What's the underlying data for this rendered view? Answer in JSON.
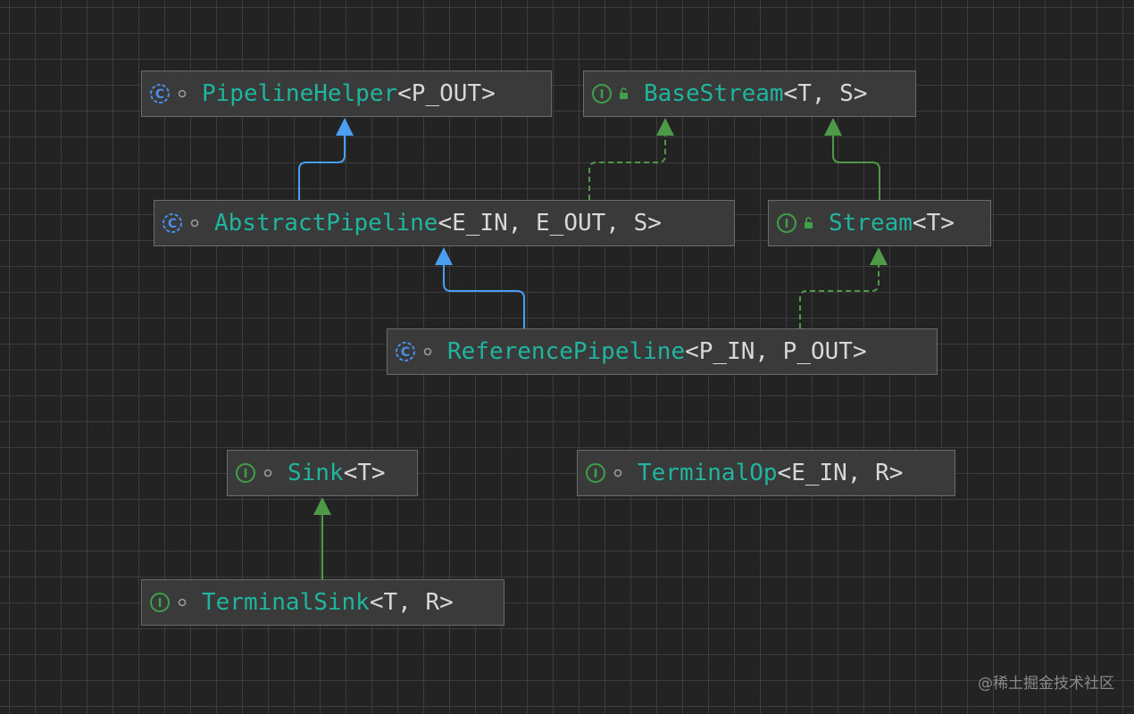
{
  "diagram": {
    "nodes": [
      {
        "id": "PipelineHelper",
        "kind": "class",
        "visibility": "package",
        "name": "PipelineHelper",
        "generics": "<P_OUT>"
      },
      {
        "id": "BaseStream",
        "kind": "interface",
        "visibility": "public",
        "name": "BaseStream",
        "generics": "<T, S>"
      },
      {
        "id": "AbstractPipeline",
        "kind": "class",
        "visibility": "package",
        "name": "AbstractPipeline",
        "generics": "<E_IN, E_OUT, S>"
      },
      {
        "id": "Stream",
        "kind": "interface",
        "visibility": "public",
        "name": "Stream",
        "generics": "<T>"
      },
      {
        "id": "ReferencePipeline",
        "kind": "class",
        "visibility": "package",
        "name": "ReferencePipeline",
        "generics": "<P_IN, P_OUT>"
      },
      {
        "id": "Sink",
        "kind": "interface",
        "visibility": "package",
        "name": "Sink",
        "generics": "<T>"
      },
      {
        "id": "TerminalOp",
        "kind": "interface",
        "visibility": "package",
        "name": "TerminalOp",
        "generics": "<E_IN, R>"
      },
      {
        "id": "TerminalSink",
        "kind": "interface",
        "visibility": "package",
        "name": "TerminalSink",
        "generics": "<T, R>"
      }
    ],
    "edges": [
      {
        "from": "AbstractPipeline",
        "to": "PipelineHelper",
        "type": "extends"
      },
      {
        "from": "AbstractPipeline",
        "to": "BaseStream",
        "type": "implements"
      },
      {
        "from": "Stream",
        "to": "BaseStream",
        "type": "extends-interface"
      },
      {
        "from": "ReferencePipeline",
        "to": "AbstractPipeline",
        "type": "extends"
      },
      {
        "from": "ReferencePipeline",
        "to": "Stream",
        "type": "implements"
      },
      {
        "from": "TerminalSink",
        "to": "Sink",
        "type": "extends-interface"
      }
    ]
  },
  "colors": {
    "class_icon": "#4a8fe7",
    "interface_icon": "#3fa04a",
    "extends_edge": "#4a9ff0",
    "interface_edge": "#4e9a48",
    "name_text": "#1fb59e",
    "generic_text": "#d8d8d8",
    "package_dot": "#9a9a9a",
    "public_lock": "#3fa04a"
  },
  "watermark": "@稀土掘金技术社区"
}
